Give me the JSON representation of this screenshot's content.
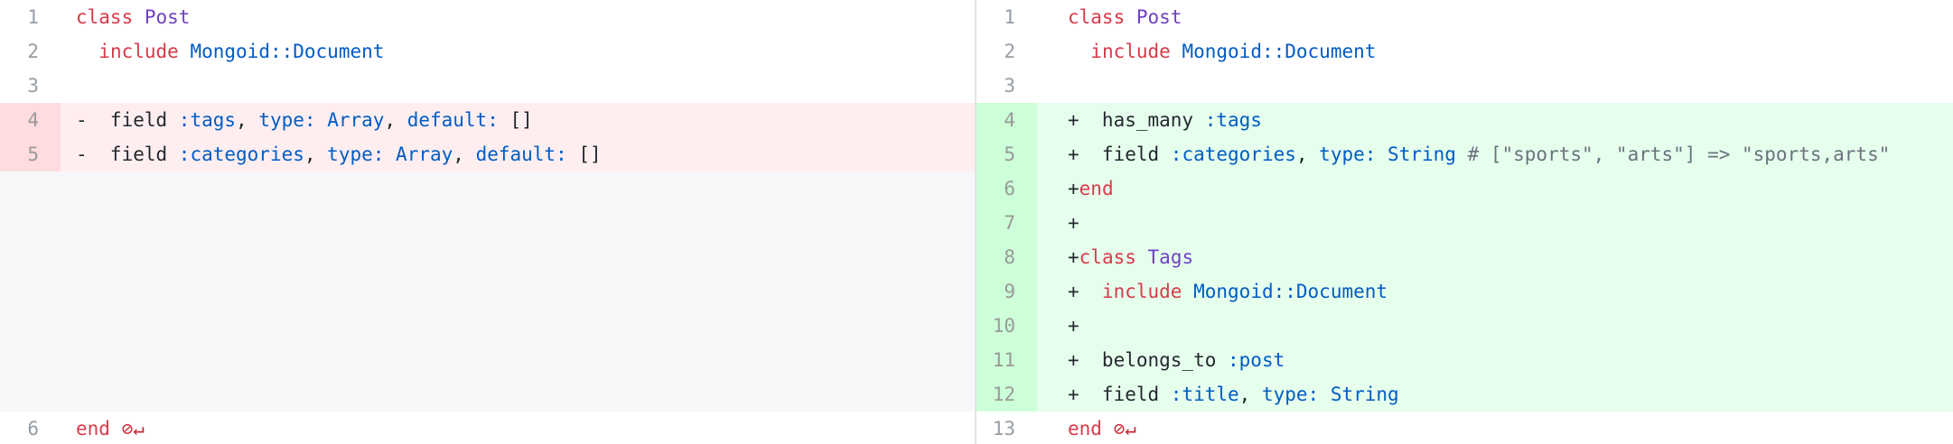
{
  "left": {
    "rows": [
      {
        "num": "1",
        "type": "ctx",
        "tokens": [
          [
            "kw",
            "class"
          ],
          [
            "pl",
            " "
          ],
          [
            "cls",
            "Post"
          ]
        ]
      },
      {
        "num": "2",
        "type": "ctx",
        "tokens": [
          [
            "pl",
            "  "
          ],
          [
            "kw",
            "include"
          ],
          [
            "pl",
            " "
          ],
          [
            "const",
            "Mongoid::Document"
          ]
        ]
      },
      {
        "num": "3",
        "type": "ctx",
        "tokens": []
      },
      {
        "num": "4",
        "type": "del",
        "tokens": [
          [
            "pl",
            "-  field "
          ],
          [
            "sym",
            ":tags"
          ],
          [
            "pl",
            ", "
          ],
          [
            "const",
            "type:"
          ],
          [
            "pl",
            " "
          ],
          [
            "const",
            "Array"
          ],
          [
            "pl",
            ", "
          ],
          [
            "const",
            "default:"
          ],
          [
            "pl",
            " []"
          ]
        ]
      },
      {
        "num": "5",
        "type": "del",
        "tokens": [
          [
            "pl",
            "-  field "
          ],
          [
            "sym",
            ":categories"
          ],
          [
            "pl",
            ", "
          ],
          [
            "const",
            "type:"
          ],
          [
            "pl",
            " "
          ],
          [
            "const",
            "Array"
          ],
          [
            "pl",
            ", "
          ],
          [
            "const",
            "default:"
          ],
          [
            "pl",
            " []"
          ]
        ]
      },
      {
        "num": "",
        "type": "empty",
        "tokens": []
      },
      {
        "num": "",
        "type": "empty",
        "tokens": []
      },
      {
        "num": "",
        "type": "empty",
        "tokens": []
      },
      {
        "num": "",
        "type": "empty",
        "tokens": []
      },
      {
        "num": "",
        "type": "empty",
        "tokens": []
      },
      {
        "num": "",
        "type": "empty",
        "tokens": []
      },
      {
        "num": "",
        "type": "empty",
        "tokens": []
      },
      {
        "num": "6",
        "type": "ctx",
        "tokens": [
          [
            "kw",
            "end"
          ],
          [
            "pl",
            " "
          ],
          [
            "nonl",
            "⊘↵"
          ]
        ]
      }
    ]
  },
  "right": {
    "rows": [
      {
        "num": "1",
        "type": "ctx",
        "tokens": [
          [
            "kw",
            "class"
          ],
          [
            "pl",
            " "
          ],
          [
            "cls",
            "Post"
          ]
        ]
      },
      {
        "num": "2",
        "type": "ctx",
        "tokens": [
          [
            "pl",
            "  "
          ],
          [
            "kw",
            "include"
          ],
          [
            "pl",
            " "
          ],
          [
            "const",
            "Mongoid::Document"
          ]
        ]
      },
      {
        "num": "3",
        "type": "ctx",
        "tokens": []
      },
      {
        "num": "4",
        "type": "add",
        "tokens": [
          [
            "pl",
            "+  has_many "
          ],
          [
            "sym",
            ":tags"
          ]
        ]
      },
      {
        "num": "5",
        "type": "add",
        "tokens": [
          [
            "pl",
            "+  field "
          ],
          [
            "sym",
            ":categories"
          ],
          [
            "pl",
            ", "
          ],
          [
            "const",
            "type:"
          ],
          [
            "pl",
            " "
          ],
          [
            "const",
            "String"
          ],
          [
            "pl",
            " "
          ],
          [
            "cmt",
            "# [\"sports\", \"arts\"] => \"sports,arts\""
          ]
        ]
      },
      {
        "num": "6",
        "type": "add",
        "tokens": [
          [
            "pl",
            "+"
          ],
          [
            "kw",
            "end"
          ]
        ]
      },
      {
        "num": "7",
        "type": "add",
        "tokens": [
          [
            "pl",
            "+"
          ]
        ]
      },
      {
        "num": "8",
        "type": "add",
        "tokens": [
          [
            "pl",
            "+"
          ],
          [
            "kw",
            "class"
          ],
          [
            "pl",
            " "
          ],
          [
            "cls",
            "Tags"
          ]
        ]
      },
      {
        "num": "9",
        "type": "add",
        "tokens": [
          [
            "pl",
            "+  "
          ],
          [
            "kw",
            "include"
          ],
          [
            "pl",
            " "
          ],
          [
            "const",
            "Mongoid::Document"
          ]
        ]
      },
      {
        "num": "10",
        "type": "add",
        "tokens": [
          [
            "pl",
            "+"
          ]
        ]
      },
      {
        "num": "11",
        "type": "add",
        "tokens": [
          [
            "pl",
            "+  belongs_to "
          ],
          [
            "sym",
            ":post"
          ]
        ]
      },
      {
        "num": "12",
        "type": "add",
        "tokens": [
          [
            "pl",
            "+  field "
          ],
          [
            "sym",
            ":title"
          ],
          [
            "pl",
            ", "
          ],
          [
            "const",
            "type:"
          ],
          [
            "pl",
            " "
          ],
          [
            "const",
            "String"
          ]
        ]
      },
      {
        "num": "13",
        "type": "ctx",
        "tokens": [
          [
            "kw",
            "end"
          ],
          [
            "pl",
            " "
          ],
          [
            "nonl",
            "⊘↵"
          ]
        ]
      }
    ]
  },
  "colors": {
    "deleted_bg": "#ffeef0",
    "added_bg": "#e6ffed",
    "keyword": "#d73a49",
    "class_name": "#6f42c1",
    "constant": "#005cc5"
  }
}
